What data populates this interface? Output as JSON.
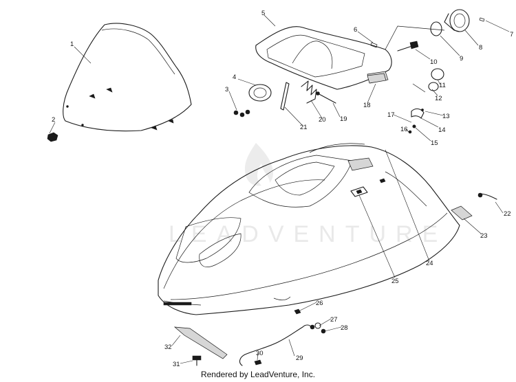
{
  "watermark": "LEADVENTURE",
  "footer": "Rendered by LeadVenture, Inc.",
  "callouts": [
    "1",
    "2",
    "3",
    "4",
    "5",
    "6",
    "7",
    "8",
    "9",
    "10",
    "11",
    "12",
    "13",
    "14",
    "15",
    "16",
    "17",
    "18",
    "19",
    "20",
    "21",
    "22",
    "23",
    "24",
    "25",
    "26",
    "27",
    "28",
    "29",
    "30",
    "31",
    "32"
  ]
}
